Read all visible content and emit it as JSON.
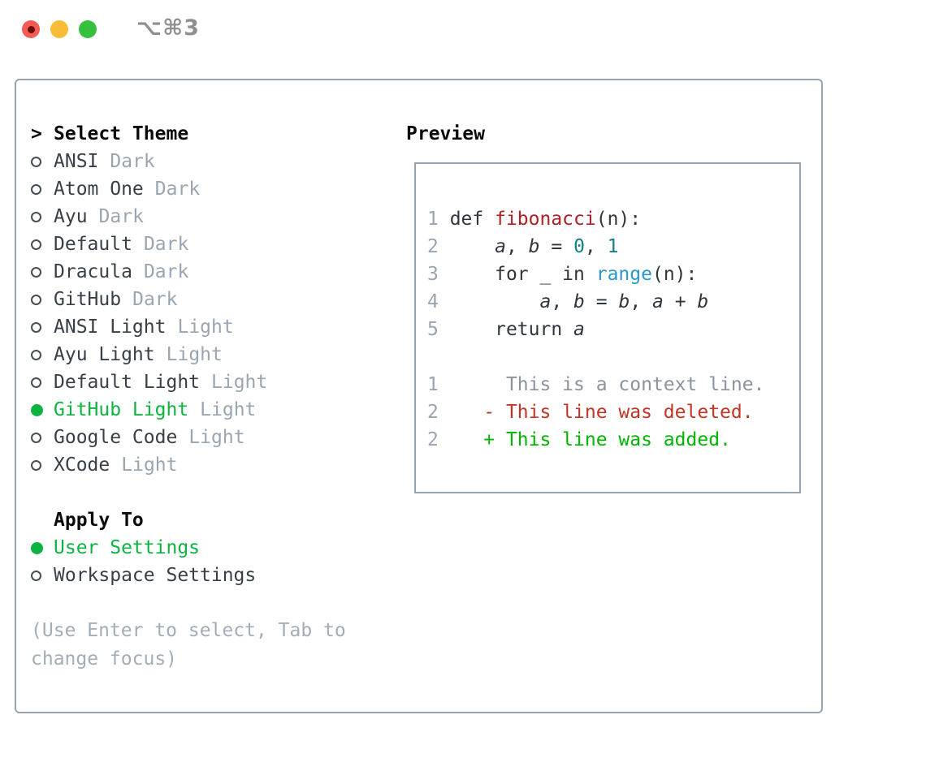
{
  "window": {
    "title": "⌥⌘3",
    "traffic_lights": [
      "close",
      "minimize",
      "zoom"
    ]
  },
  "theme_list": {
    "marker": ">",
    "header": "Select Theme",
    "items": [
      {
        "name": "ANSI",
        "variant": "Dark",
        "selected": false
      },
      {
        "name": "Atom One",
        "variant": "Dark",
        "selected": false
      },
      {
        "name": "Ayu",
        "variant": "Dark",
        "selected": false
      },
      {
        "name": "Default",
        "variant": "Dark",
        "selected": false
      },
      {
        "name": "Dracula",
        "variant": "Dark",
        "selected": false
      },
      {
        "name": "GitHub",
        "variant": "Dark",
        "selected": false
      },
      {
        "name": "ANSI Light",
        "variant": "Light",
        "selected": false
      },
      {
        "name": "Ayu Light",
        "variant": "Light",
        "selected": false
      },
      {
        "name": "Default Light",
        "variant": "Light",
        "selected": false
      },
      {
        "name": "GitHub Light",
        "variant": "Light",
        "selected": true
      },
      {
        "name": "Google Code",
        "variant": "Light",
        "selected": false
      },
      {
        "name": "XCode",
        "variant": "Light",
        "selected": false
      }
    ]
  },
  "apply_to": {
    "header": "Apply To",
    "options": [
      {
        "label": "User Settings",
        "selected": true
      },
      {
        "label": "Workspace Settings",
        "selected": false
      }
    ]
  },
  "hint": "(Use Enter to select, Tab to change focus)",
  "preview": {
    "header": "Preview",
    "lines": [
      {
        "num": "1",
        "kind": "code",
        "tokens": [
          [
            "def ",
            "plain"
          ],
          [
            "fibonacci",
            "fn"
          ],
          [
            "(n):",
            "plain"
          ]
        ]
      },
      {
        "num": "2",
        "kind": "code",
        "tokens": [
          [
            "    ",
            "plain"
          ],
          [
            "a",
            "var"
          ],
          [
            ", ",
            "plain"
          ],
          [
            "b",
            "var"
          ],
          [
            " = ",
            "plain"
          ],
          [
            "0",
            "num"
          ],
          [
            ", ",
            "plain"
          ],
          [
            "1",
            "num"
          ]
        ]
      },
      {
        "num": "3",
        "kind": "code",
        "tokens": [
          [
            "    for _ in ",
            "plain"
          ],
          [
            "range",
            "call"
          ],
          [
            "(n):",
            "plain"
          ]
        ]
      },
      {
        "num": "4",
        "kind": "code",
        "tokens": [
          [
            "        ",
            "plain"
          ],
          [
            "a",
            "var"
          ],
          [
            ", ",
            "plain"
          ],
          [
            "b",
            "var"
          ],
          [
            " = ",
            "plain"
          ],
          [
            "b",
            "var"
          ],
          [
            ", ",
            "plain"
          ],
          [
            "a",
            "var"
          ],
          [
            " + ",
            "plain"
          ],
          [
            "b",
            "var"
          ]
        ]
      },
      {
        "num": "5",
        "kind": "code",
        "tokens": [
          [
            "    return ",
            "plain"
          ],
          [
            "a",
            "var"
          ]
        ]
      },
      {
        "num": "",
        "kind": "blank",
        "tokens": []
      },
      {
        "num": "1",
        "kind": "context",
        "tokens": [
          [
            "     This is a context line.",
            "ctx"
          ]
        ]
      },
      {
        "num": "2",
        "kind": "deleted",
        "tokens": [
          [
            "   - This line was deleted.",
            "del"
          ]
        ]
      },
      {
        "num": "2",
        "kind": "added",
        "tokens": [
          [
            "   + This line was added.",
            "add"
          ]
        ]
      }
    ]
  },
  "colors": {
    "accent_green": "#0cb340",
    "added_green": "#00b400",
    "deleted_red": "#c43425",
    "function_red": "#b01f24",
    "number_teal": "#12808a",
    "call_blue": "#2a97d3",
    "code_text": "#2f363d",
    "list_text": "#383f47",
    "muted_gray": "#9aa5b2",
    "hint_gray": "#a3adb8",
    "context_gray": "#8b939d",
    "border_gray": "#99a3ad",
    "title_gray": "#8e8e93",
    "traffic_red": "#f45c53",
    "traffic_yellow": "#f8bc38",
    "traffic_green": "#33c13e"
  }
}
